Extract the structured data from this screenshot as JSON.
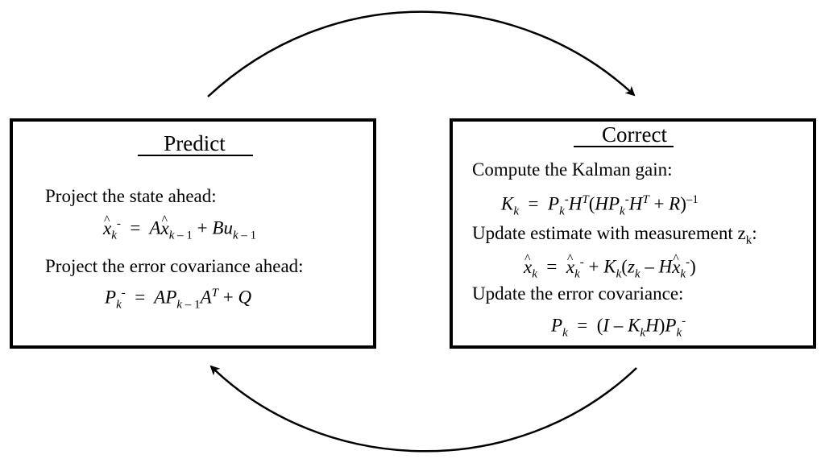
{
  "predict": {
    "title": "Predict",
    "line1": "Project the state ahead:",
    "line2": "Project the error covariance ahead:"
  },
  "correct": {
    "title": "Correct",
    "line1": "Compute the Kalman gain:",
    "line2": "Update estimate with measurement z",
    "line2_sub": "k",
    "line2_end": ":",
    "line3": "Update the error covariance:"
  },
  "colors": {
    "stroke": "#000000",
    "background": "#ffffff"
  }
}
